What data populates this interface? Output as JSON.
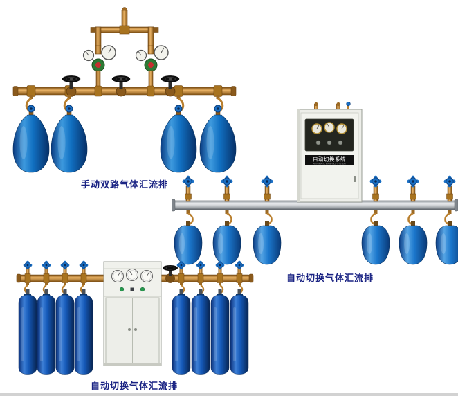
{
  "page": {
    "background": "#ffffff"
  },
  "products": {
    "manual_dual": {
      "caption": "手动双路气体汇流排"
    },
    "auto_wall": {
      "caption": "自动切换气体汇流排",
      "cabinet_label": "自动切换系统",
      "cabinet_sublabel": "AUTOMATIC MANIFOLD SYSTEM"
    },
    "auto_floor": {
      "caption": "自动切换气体汇流排"
    }
  },
  "colors": {
    "caption_text": "#1a2383",
    "cylinder_blue": "#1170c2",
    "brass": "#c08a3e",
    "steel_bar": "#b9bdc1",
    "cabinet": "#edeee9"
  }
}
